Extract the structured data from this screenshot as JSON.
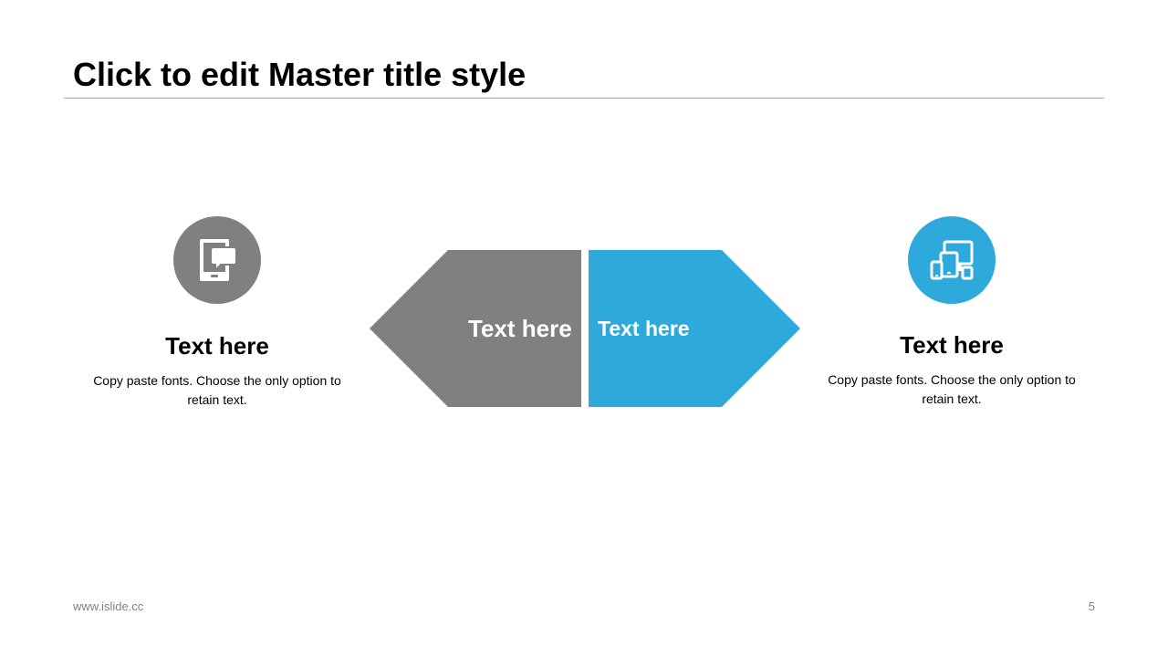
{
  "title": "Click to edit Master title style",
  "colors": {
    "gray": "#808080",
    "blue": "#2ea9db",
    "rule": "#a6a6a6"
  },
  "left_item": {
    "icon": "tablet-chat-icon",
    "heading": "Text here",
    "description": "Copy paste fonts. Choose the only option to retain text."
  },
  "right_item": {
    "icon": "multi-device-icon",
    "heading": "Text here",
    "description": "Copy paste fonts. Choose the only option to retain text."
  },
  "arrows": {
    "left_label": "Text here",
    "right_label": "Text here"
  },
  "footer": {
    "url": "www.islide.cc",
    "page_number": "5"
  }
}
